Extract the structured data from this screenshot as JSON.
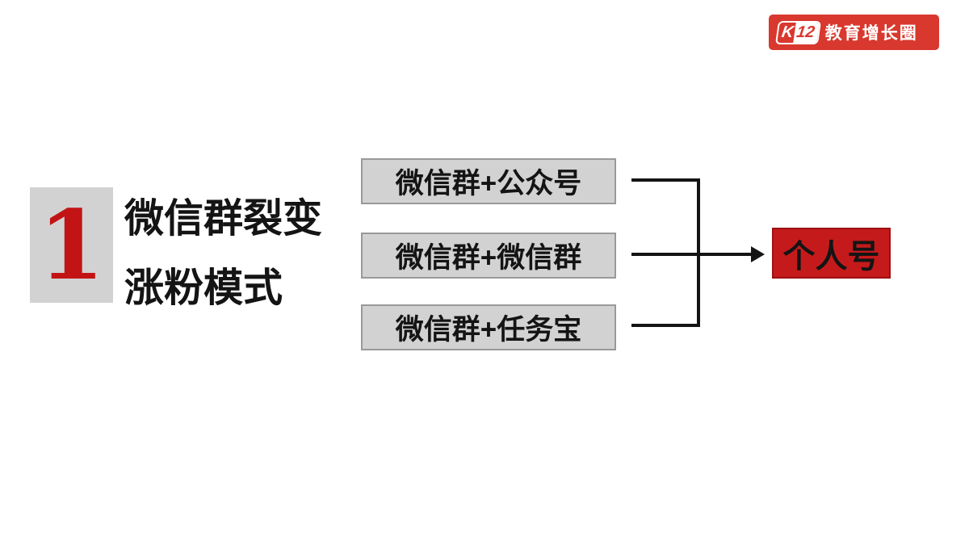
{
  "slide": {
    "background_color": "#ffffff"
  },
  "logo": {
    "badge_k": "K",
    "badge_num": "12",
    "name": "教育增长圈",
    "bg_color": "#d9382e",
    "text_color": "#ffffff"
  },
  "section": {
    "number": "1",
    "number_color": "#c21414",
    "number_bg_color": "#d2d2d2",
    "title_line1": "微信群裂变",
    "title_line2": "涨粉模式"
  },
  "diagram": {
    "sources": [
      {
        "label": "微信群+公众号"
      },
      {
        "label": "微信群+微信群"
      },
      {
        "label": "微信群+任务宝"
      }
    ],
    "target": {
      "label": "个人号",
      "bg_color": "#c51a1b"
    },
    "source_box_bg_color": "#d2d2d2",
    "source_box_border_color": "#999999",
    "connector_color": "#141414"
  }
}
